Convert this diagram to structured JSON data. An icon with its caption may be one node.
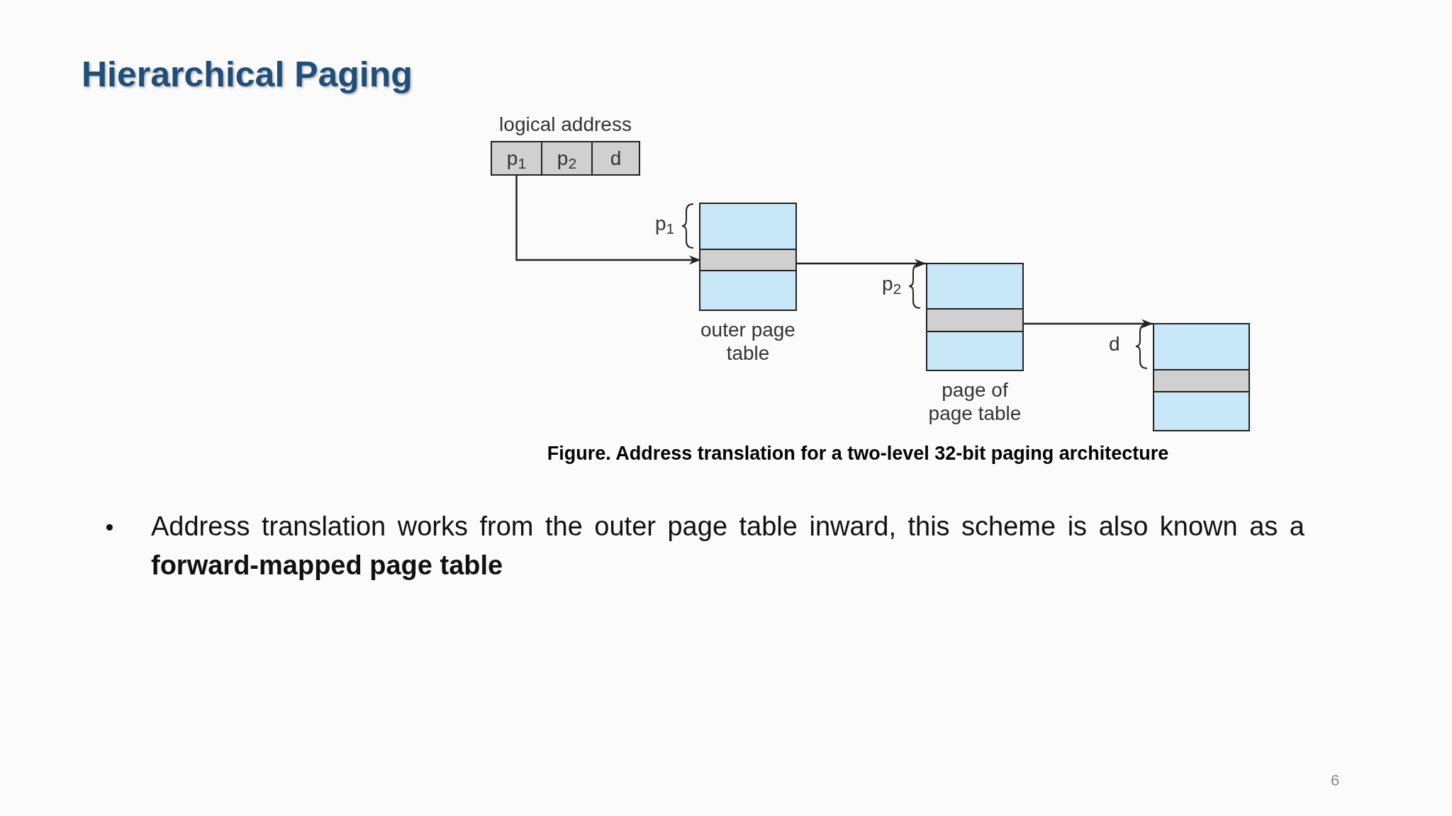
{
  "diagram": {
    "title": "Hierarchical Paging",
    "caption": "Figure. Address translation for a two-level 32-bit paging architecture",
    "nodes": [
      {
        "text": [
          "logical address"
        ]
      },
      {
        "text": [
          "p$_{1}$"
        ],
        "in": 0
      },
      {
        "text": [
          "p$_{2}$"
        ],
        "in": 0
      },
      {
        "text": [
          "d"
        ],
        "in": 0
      },
      {
        "text": [
          "outer page table"
        ],
        "beside": [
          "p$_{1}$"
        ]
      },
      {
        "text": [],
        "shape": "bar",
        "in": 4
      },
      {
        "text": [
          "page of page table"
        ],
        "beside": [
          "p$_{2}$"
        ]
      },
      {
        "text": [],
        "shape": "bar",
        "in": 6
      },
      {
        "text": [],
        "shape": "box",
        "beside": [
          "d"
        ]
      },
      {
        "text": [],
        "shape": "bar",
        "in": 8
      }
    ],
    "edges": [
      {
        "from": 1,
        "to": 5,
        "arrow": "to"
      },
      {
        "from": 5,
        "to": 6,
        "arrow": "to"
      },
      {
        "from": 7,
        "to": 8,
        "arrow": "to"
      }
    ],
    "labels": [
      "Address translation works from the outer page table inward, this scheme is also known as a **forward-mapped page table**",
      "6"
    ]
  }
}
